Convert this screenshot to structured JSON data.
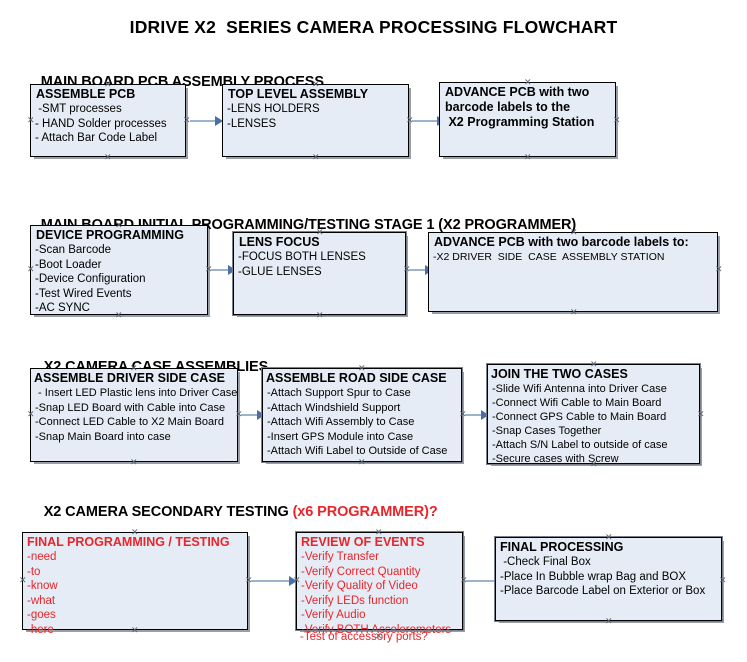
{
  "document": {
    "title": "IDRIVE X2  SERIES CAMERA PROCESSING FLOWCHART"
  },
  "sections": [
    {
      "id": "main-board-pcb-assembly-process",
      "header": "MAIN BOARD PCB ASSEMBLY PROCESS",
      "header_accent": "",
      "boxes": [
        {
          "id": "assemble-pcb",
          "title": "ASSEMBLE PCB",
          "lines": [
            " -SMT processes",
            "- HAND Solder processes",
            "- Attach Bar Code Label"
          ]
        },
        {
          "id": "top-level-assembly",
          "title": "TOP LEVEL ASSEMBLY",
          "lines": [
            "-LENS HOLDERS",
            "-LENSES"
          ]
        },
        {
          "id": "advance-pcb-to-programming-station",
          "title": "ADVANCE PCB with two",
          "lines": [
            "barcode labels to the",
            " X2 Programming Station"
          ],
          "bold_lines": true
        }
      ]
    },
    {
      "id": "main-board-initial-programming-testing-stage-1",
      "header": "MAIN BOARD INITIAL PROGRAMMING/TESTING STAGE 1 (X2 PROGRAMMER)",
      "header_accent": "",
      "boxes": [
        {
          "id": "device-programming",
          "title": "DEVICE PROGRAMMING",
          "lines": [
            "-Scan Barcode",
            "-Boot Loader",
            "-Device Configuration",
            "-Test Wired Events",
            "-AC SYNC"
          ]
        },
        {
          "id": "lens-focus",
          "title": "LENS FOCUS",
          "lines": [
            "-FOCUS BOTH LENSES",
            "-GLUE LENSES"
          ]
        },
        {
          "id": "advance-pcb-to-driver-side-case-station",
          "title": "ADVANCE PCB with two barcode labels to:",
          "lines": [
            "-X2 DRIVER  SIDE  CASE  ASSEMBLY STATION"
          ]
        }
      ]
    },
    {
      "id": "x2-camera-case-assemblies",
      "header": "X2 CAMERA CASE ASSEMBLIES",
      "header_accent": "",
      "boxes": [
        {
          "id": "assemble-driver-side-case",
          "title": "ASSEMBLE DRIVER SIDE CASE",
          "lines": [
            " - Insert LED Plastic lens into Driver Case",
            "-Snap LED Board with Cable into Case",
            "-Connect LED Cable to X2 Main Board",
            "-Snap Main Board into case"
          ]
        },
        {
          "id": "assemble-road-side-case",
          "title": "ASSEMBLE ROAD SIDE CASE",
          "lines": [
            "-Attach Support Spur to Case",
            "-Attach Windshield Support",
            "-Attach Wifi Assembly to Case",
            "-Insert GPS Module into Case",
            "-Attach Wifi Label to Outside of Case"
          ]
        },
        {
          "id": "join-the-two-cases",
          "title": "JOIN THE TWO CASES",
          "lines": [
            "-Slide Wifi Antenna into Driver Case",
            "-Connect Wifi Cable to Main Board",
            "-Connect GPS Cable to Main Board",
            "-Snap Cases Together",
            "-Attach S/N Label to outside of case",
            "-Secure cases with Screw"
          ]
        }
      ]
    },
    {
      "id": "x2-camera-secondary-testing",
      "header": "X2 CAMERA SECONDARY TESTING ",
      "header_accent": "(x6 PROGRAMMER)?",
      "boxes": [
        {
          "id": "final-programming-testing",
          "title": "FINAL PROGRAMMING / TESTING",
          "color": "red",
          "lines": [
            "-need",
            "-to",
            "-know",
            "-what",
            "-goes",
            "-here"
          ]
        },
        {
          "id": "review-of-events",
          "title": "REVIEW OF EVENTS",
          "color": "red",
          "lines": [
            "-Verify Transfer",
            "-Verify Correct Quantity",
            "-Verify Quality of Video",
            "-Verify LEDs function",
            "-Verify Audio",
            "-Verify BOTH Accelerometers"
          ],
          "overflow_line": "-Test of accessory ports?"
        },
        {
          "id": "final-processing",
          "title": "FINAL PROCESSING",
          "lines": [
            " -Check Final Box",
            "-Place In Bubble wrap Bag and BOX",
            "-Place Barcode Label on Exterior or Box"
          ]
        }
      ]
    }
  ],
  "colors": {
    "box_fill": "#e6ecf5",
    "box_border": "#000000",
    "accent_red": "#e8252a",
    "connector": "#9bb3cc",
    "arrowhead": "#4a6fa8",
    "text": "#000000"
  }
}
